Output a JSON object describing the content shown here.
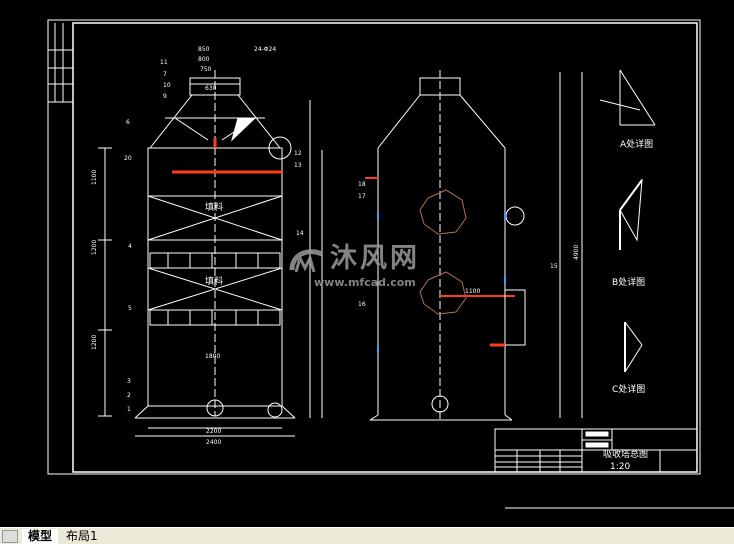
{
  "drawing": {
    "title": "吸收塔总图",
    "scale": "1:20",
    "fill_label_upper": "填料",
    "fill_label_lower": "填料",
    "detail_a": "A处详图",
    "detail_b": "B处详图",
    "detail_c": "C处详图",
    "dim_top_outer": "850",
    "dim_top_mid": "800",
    "dim_top_inner": "750",
    "dim_neck": "630",
    "bolt_note": "24-Φ24",
    "dim_height_total": "4900",
    "dim_base": "2200",
    "dim_base_outer": "2400",
    "dim_col_width": "1800",
    "dim_pipe": "1100",
    "dim_h1": "1100",
    "dim_h2": "1200",
    "dim_h3": "1200",
    "leader_numbers": [
      "11",
      "7",
      "10",
      "9",
      "6",
      "20",
      "12",
      "13",
      "14",
      "4",
      "5",
      "3",
      "2",
      "1",
      "16",
      "17",
      "18",
      "15"
    ]
  },
  "tabs": [
    "模型",
    "布局1"
  ],
  "watermark": {
    "name": "沐风网",
    "url": "www.mfcad.com"
  },
  "colors": {
    "background": "#000000",
    "lines": "#ffffff",
    "pipe": "#ff3b1f",
    "nozzle": "#36a0ff",
    "hatch": "#b07050"
  }
}
